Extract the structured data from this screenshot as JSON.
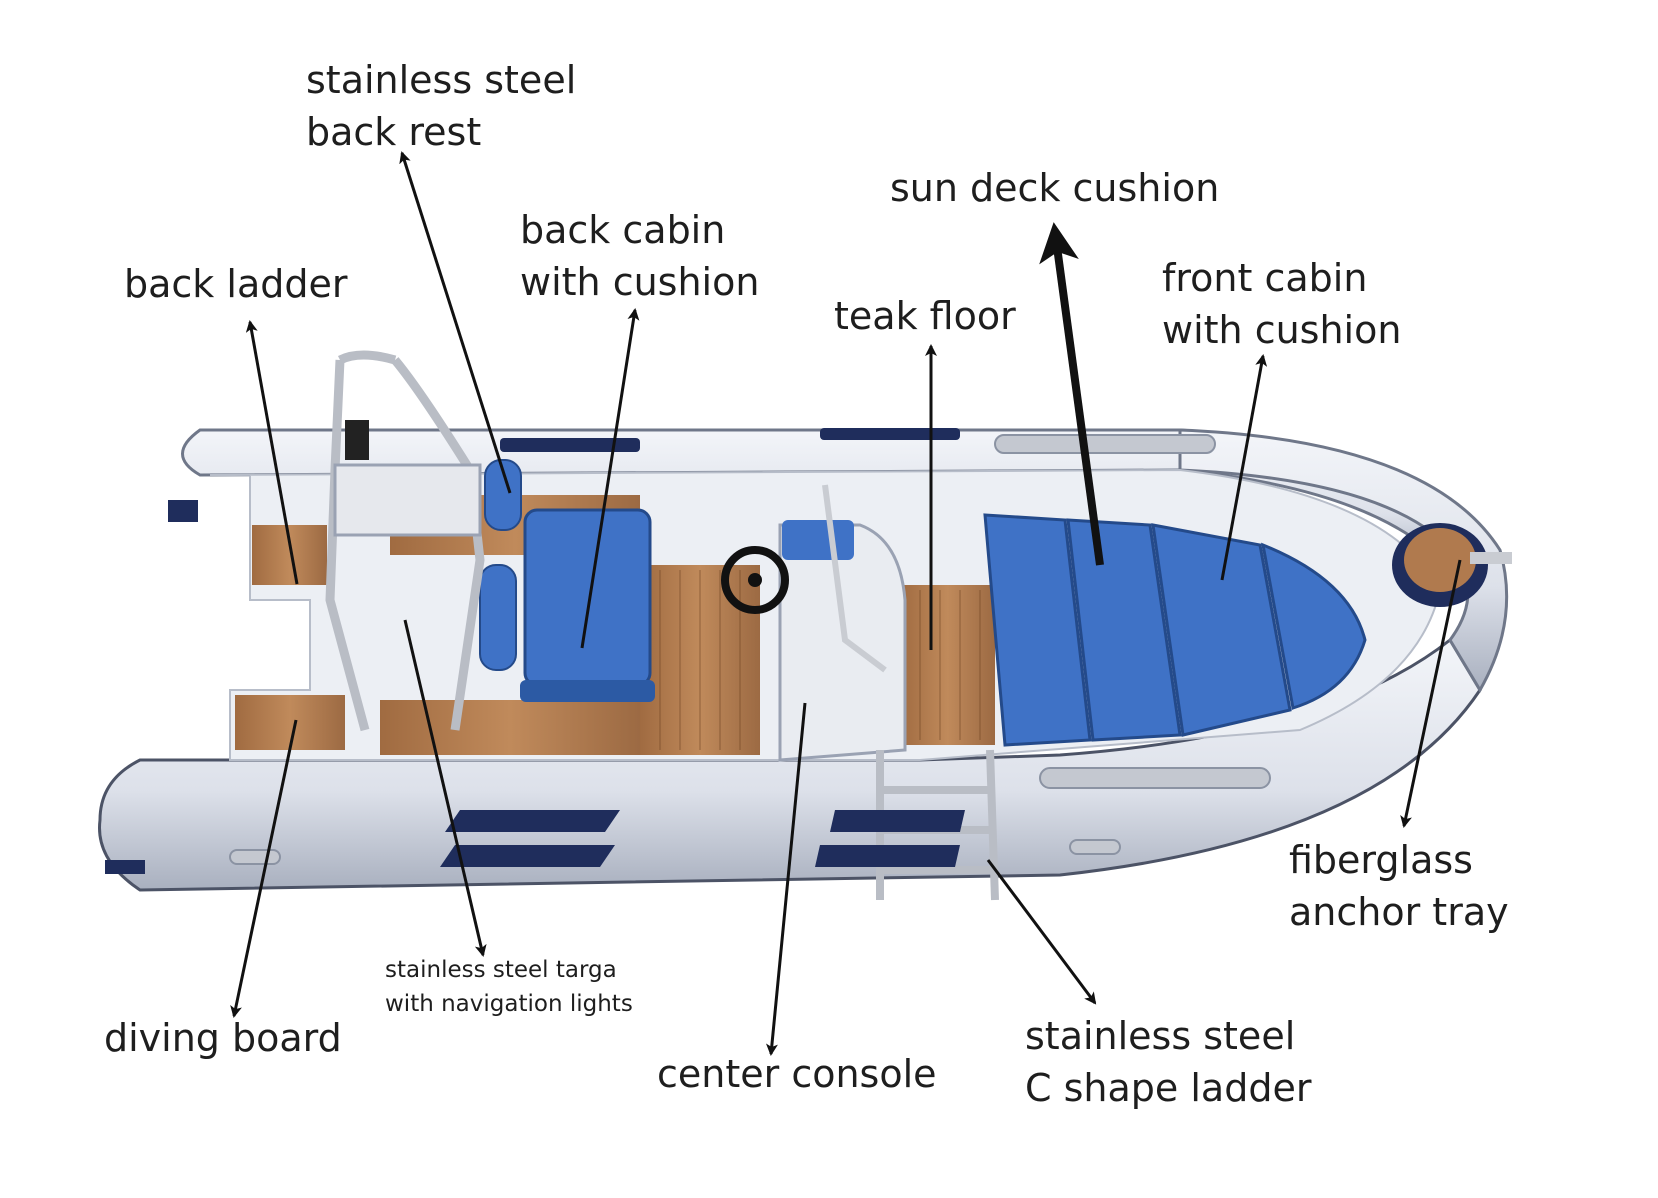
{
  "colors": {
    "background": "#ffffff",
    "tube": "#e4e7ee",
    "tube_shadow": "#9aa2b3",
    "accent_navy": "#1f2d5c",
    "cushion_blue": "#3f72c6",
    "teak": "#b07a4e",
    "stainless": "#c9ccd2",
    "arrow": "#111111",
    "text": "#1e1e1e"
  },
  "labels": {
    "backrest": [
      "stainless steel",
      "back rest"
    ],
    "back_ladder": [
      "back ladder"
    ],
    "back_cabin": [
      "back cabin",
      "with cushion"
    ],
    "sun_deck": [
      "sun deck cushion"
    ],
    "teak_floor": [
      "teak floor"
    ],
    "front_cabin": [
      "front cabin",
      "with cushion"
    ],
    "anchor_tray": [
      "fiberglass",
      "anchor tray"
    ],
    "targa": [
      "stainless steel targa",
      "with navigation lights"
    ],
    "diving_board": [
      "diving board"
    ],
    "console": [
      "center console"
    ],
    "c_ladder": [
      "stainless steel",
      "C shape ladder"
    ]
  },
  "icons": [
    "arrow-icon"
  ]
}
